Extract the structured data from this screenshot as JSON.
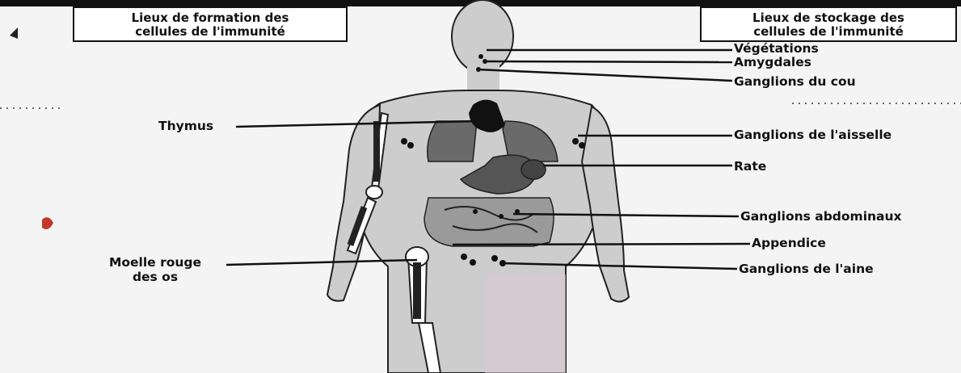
{
  "boxes": {
    "formation_line1": "Lieux de formation des",
    "formation_line2": "cellules de l'immunité",
    "stockage_line1": "Lieux de stockage des",
    "stockage_line2": "cellules de l'immunité"
  },
  "labels": {
    "vegetations": "Végétations",
    "amygdales": "Amygdales",
    "ganglions_cou": "Ganglions du cou",
    "thymus": "Thymus",
    "ganglions_aisselle": "Ganglions de l'aisselle",
    "rate": "Rate",
    "ganglions_abdominaux": "Ganglions abdominaux",
    "appendice": "Appendice",
    "moelle_line1": "Moelle rouge",
    "moelle_line2": "des os",
    "ganglions_aine": "Ganglions de l'aine"
  },
  "colors": {
    "organ_dark": "#111111",
    "organ_gray": "#6f6f6f",
    "body_fill": "#cfcfcf",
    "accent_pen": "#c0392b"
  }
}
